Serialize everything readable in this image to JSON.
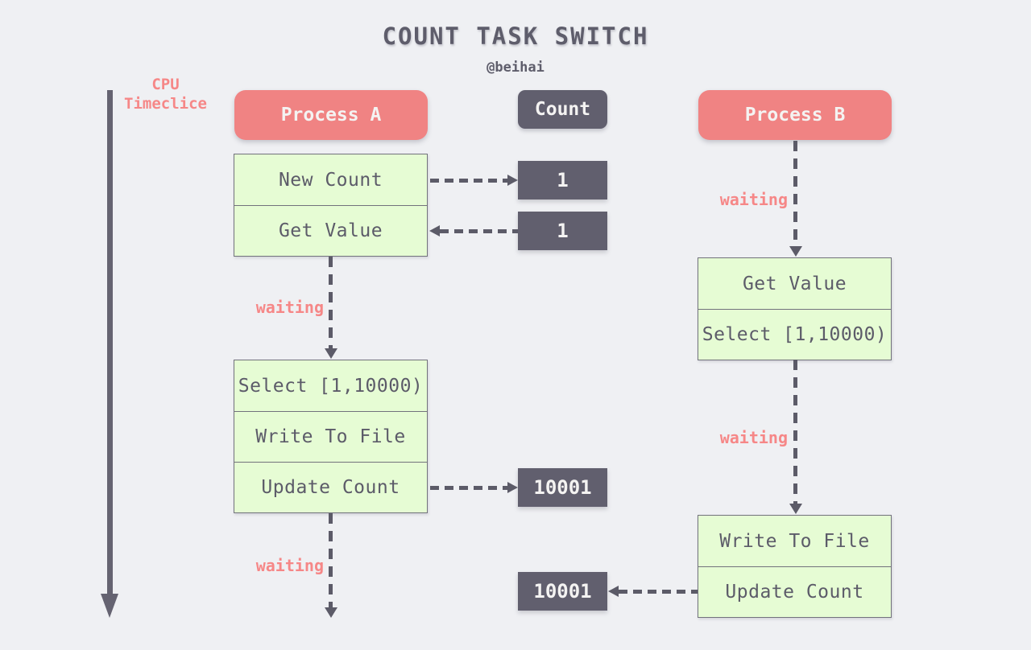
{
  "title": "COUNT TASK SWITCH",
  "subtitle": "@beihai",
  "colors": {
    "background": "#eff0f3",
    "process_header": "#f08383",
    "count_box": "#615f6e",
    "step_fill": "#e6fcd4",
    "step_border": "#72727c",
    "step_text": "#5c5b69",
    "waiting_label": "#f68787"
  },
  "timeline": {
    "label_line1": "CPU",
    "label_line2": "Timeclice"
  },
  "headers": {
    "process_a": "Process A",
    "count": "Count",
    "process_b": "Process B"
  },
  "process_a": {
    "block1": [
      "New Count",
      "Get Value"
    ],
    "block2": [
      "Select [1,10000)",
      "Write To File",
      "Update Count"
    ],
    "waiting1": "waiting",
    "waiting2": "waiting"
  },
  "process_b": {
    "block1": [
      "Get Value",
      "Select [1,10000)"
    ],
    "block2": [
      "Write To File",
      "Update Count"
    ],
    "waiting1": "waiting",
    "waiting2": "waiting"
  },
  "count_values": {
    "v1": "1",
    "v2": "1",
    "v3": "10001",
    "v4": "10001"
  }
}
